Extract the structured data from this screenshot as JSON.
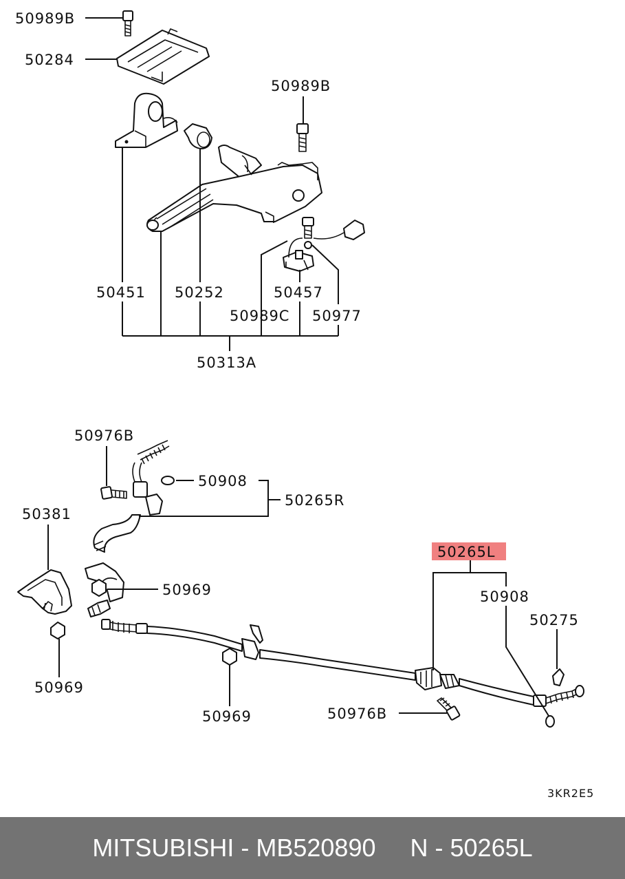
{
  "labels": {
    "p50989B_top": "50989B",
    "p50284": "50284",
    "p50989B_mid": "50989B",
    "p50451": "50451",
    "p50252": "50252",
    "p50457": "50457",
    "p50989C": "50989C",
    "p50977": "50977",
    "p50313A": "50313A",
    "p50976B_top": "50976B",
    "p50908_top": "50908",
    "p50265R": "50265R",
    "p50381": "50381",
    "p50969_mid": "50969",
    "p50969_left": "50969",
    "p50969_bottom": "50969",
    "p50265L": "50265L",
    "p50908_right": "50908",
    "p50275": "50275",
    "p50976B_bottom": "50976B",
    "diagram_code": "3KR2E5"
  },
  "highlight": {
    "part": "50265L",
    "color": "#f08080"
  },
  "footer": {
    "brand": "MITSUBISHI",
    "part_number": "MB520890",
    "ref": "N - 50265L",
    "background": "#737373"
  }
}
